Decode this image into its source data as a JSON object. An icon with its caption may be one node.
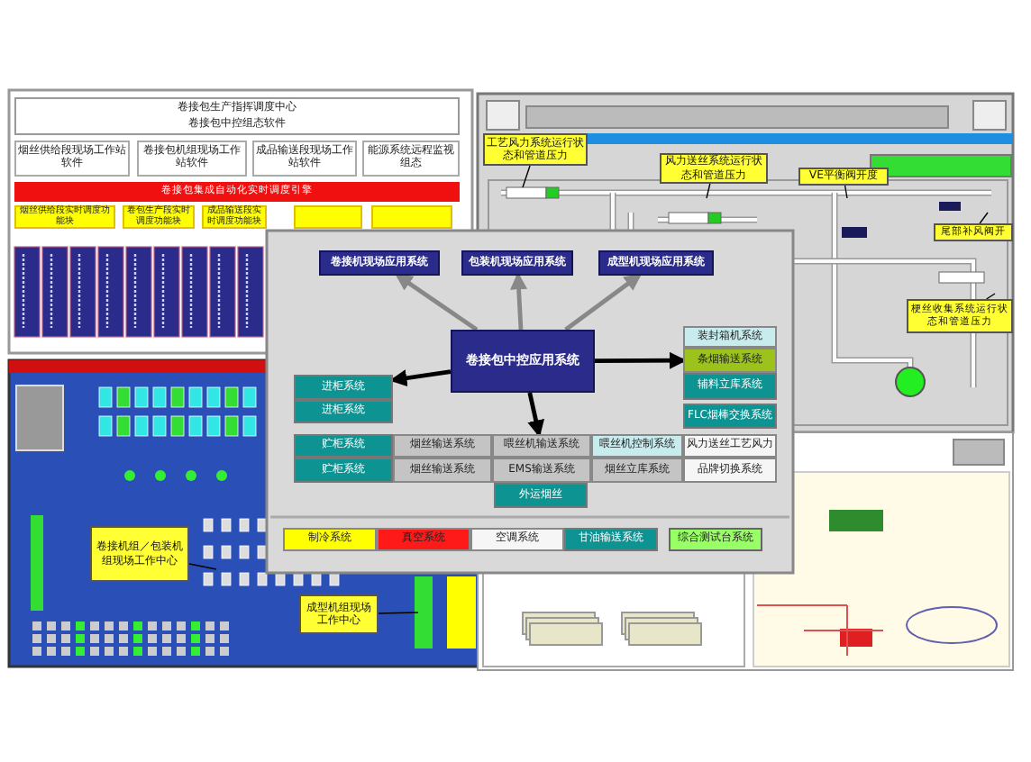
{
  "diagram": {
    "nodes": [
      {
        "text": [
          "卷接包生产指挥调度中心",
          "卷接包中控组态软件"
        ]
      },
      {
        "text": [
          "烟丝供给段现场工作站软件"
        ]
      },
      {
        "text": [
          "卷接包机组现场工作站软件"
        ]
      },
      {
        "text": [
          "成品输送段现场工作站软件"
        ]
      },
      {
        "text": [
          "能源系统远程监视组态"
        ]
      },
      {
        "text": [
          "卷接包集成自动化实时调度引擎"
        ]
      },
      {
        "text": [
          "烟丝供给段实时调度功能块"
        ]
      },
      {
        "text": [
          "卷包生产段实时调度功能块"
        ]
      },
      {
        "text": [
          "成品输送段实时调度功能块"
        ]
      },
      {
        "text": [],
        "shape": "box"
      },
      {
        "text": [],
        "shape": "box"
      },
      {
        "text": [
          "工艺风力系统运行状态和管道压力"
        ]
      },
      {
        "text": [
          "风力送丝系统运行状态和管道压力"
        ]
      },
      {
        "text": [
          "VE平衡阀开度"
        ]
      },
      {
        "text": [
          "尾部补风阀开"
        ]
      },
      {
        "text": [
          "梗丝收集系统运行状态和管道压力"
        ]
      },
      {
        "text": [
          "卷接机组／包装机组现场工作中心"
        ]
      },
      {
        "text": [
          "成型机组现场工作中心"
        ]
      },
      {
        "text": [
          "卷接包中控应用系统"
        ]
      },
      {
        "text": [
          "卷接机现场应用系统"
        ]
      },
      {
        "text": [
          "包装机现场应用系统"
        ]
      },
      {
        "text": [
          "成型机现场应用系统"
        ]
      },
      {
        "text": [
          "装封箱机系统"
        ]
      },
      {
        "text": [
          "条烟输送系统"
        ]
      },
      {
        "text": [
          "辅料立库系统"
        ]
      },
      {
        "text": [
          "FLC烟棒交换系统"
        ]
      },
      {
        "text": [
          "进柜系统"
        ]
      },
      {
        "text": [
          "进柜系统"
        ]
      },
      {
        "text": [
          "贮柜系统"
        ]
      },
      {
        "text": [
          "烟丝输送系统"
        ]
      },
      {
        "text": [
          "喂丝机输送系统"
        ]
      },
      {
        "text": [
          "喂丝机控制系统"
        ]
      },
      {
        "text": [
          "风力送丝工艺风力"
        ]
      },
      {
        "text": [
          "贮柜系统"
        ]
      },
      {
        "text": [
          "烟丝输送系统"
        ]
      },
      {
        "text": [
          "EMS输送系统"
        ]
      },
      {
        "text": [
          "烟丝立库系统"
        ]
      },
      {
        "text": [
          "品牌切换系统"
        ]
      },
      {
        "text": [
          "外运烟丝"
        ]
      },
      {
        "text": [
          "制冷系统"
        ]
      },
      {
        "text": [
          "真空系统"
        ]
      },
      {
        "text": [
          "空调系统"
        ]
      },
      {
        "text": [
          "甘油输送系统"
        ]
      },
      {
        "text": [
          "综合测试台系统"
        ]
      }
    ],
    "edges": [
      {
        "from": 18,
        "to": 19,
        "arrow": "to",
        "style": "thick",
        "color": "#888888"
      },
      {
        "from": 18,
        "to": 20,
        "arrow": "to",
        "style": "thick",
        "color": "#888888"
      },
      {
        "from": 18,
        "to": 21,
        "arrow": "to",
        "style": "thick",
        "color": "#888888"
      },
      {
        "from": 18,
        "to": 26,
        "arrow": "to",
        "style": "thick"
      },
      {
        "from": 18,
        "to": 23,
        "arrow": "to",
        "style": "thick"
      },
      {
        "from": 18,
        "to": 30,
        "arrow": "to",
        "style": "thick"
      },
      {
        "from": 11,
        "to": null,
        "arrow": "none"
      },
      {
        "from": 12,
        "to": null,
        "arrow": "none"
      },
      {
        "from": 13,
        "to": null,
        "arrow": "none"
      },
      {
        "from": 14,
        "to": null,
        "arrow": "none"
      },
      {
        "from": 15,
        "to": null,
        "arrow": "none"
      },
      {
        "from": 16,
        "to": null,
        "arrow": "none"
      },
      {
        "from": 17,
        "to": null,
        "arrow": "none"
      }
    ]
  }
}
